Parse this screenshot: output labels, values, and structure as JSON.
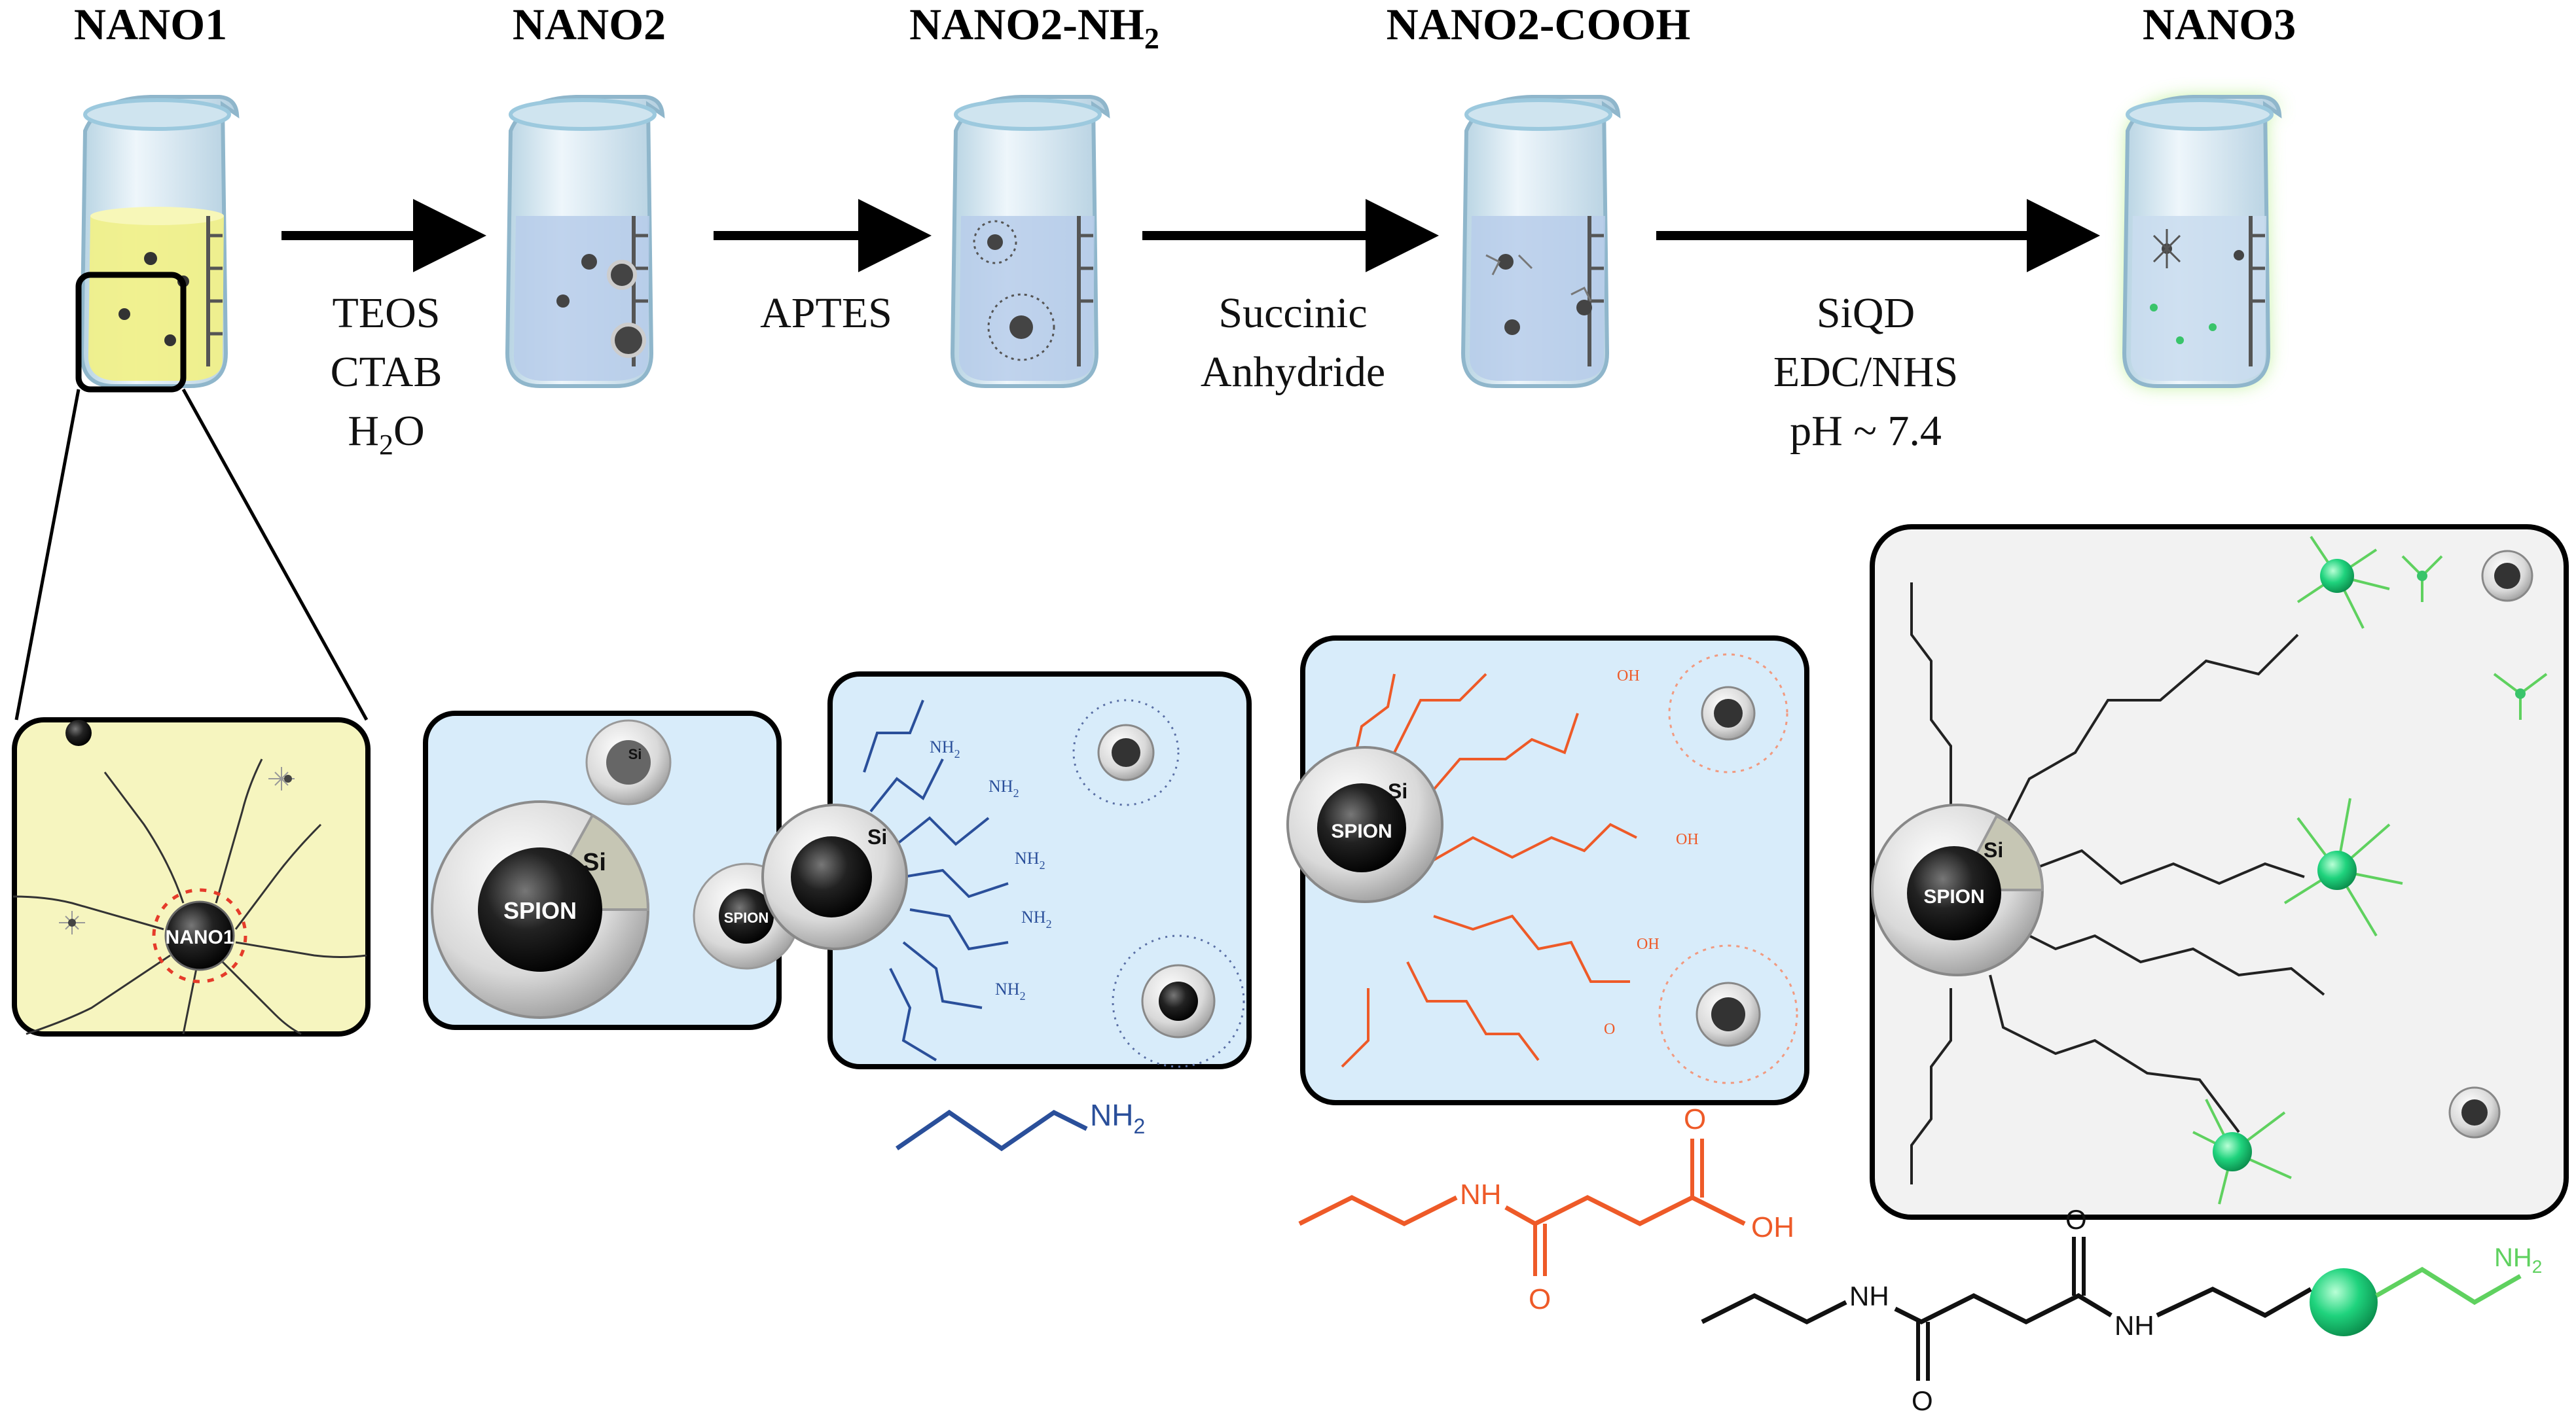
{
  "stages": [
    {
      "id": "nano1",
      "title": "NANO1"
    },
    {
      "id": "nano2",
      "title": "NANO2"
    },
    {
      "id": "nano2nh2",
      "title": "NANO2-NH",
      "title_sub": "2"
    },
    {
      "id": "nano2cooh",
      "title": "NANO2-COOH"
    },
    {
      "id": "nano3",
      "title": "NANO3"
    }
  ],
  "reagents": {
    "step1": {
      "line1": "TEOS",
      "line2": "CTAB",
      "line3_main": "H",
      "line3_sub": "2",
      "line3_end": "O"
    },
    "step2": {
      "line1": "APTES"
    },
    "step3": {
      "line1": "Succinic",
      "line2": "Anhydride"
    },
    "step4": {
      "line1": "SiQD",
      "line2": "EDC/NHS",
      "line3": "pH ~ 7.4"
    }
  },
  "labels": {
    "core": "SPION",
    "shell": "Si",
    "nano1_core": "NANO1",
    "amine": "NH",
    "amine_sub": "2",
    "amide_nh": "NH",
    "oxygen": "O",
    "acid": "OH"
  },
  "colors": {
    "beaker_glass": "#d5e7f2",
    "beaker_rim": "#9cc9de",
    "yellow_liquid": "#f0f08a",
    "blue_liquid": "#b7cdea",
    "panel_yellow": "#f6f5bf",
    "panel_blue": "#d8ecfa",
    "panel_grey": "#f2f2f2",
    "amine_blue": "#2a4f9a",
    "acid_red": "#ee5a28",
    "siqd_green": "#5fd15f",
    "glow_green": "#b8ef8f"
  }
}
